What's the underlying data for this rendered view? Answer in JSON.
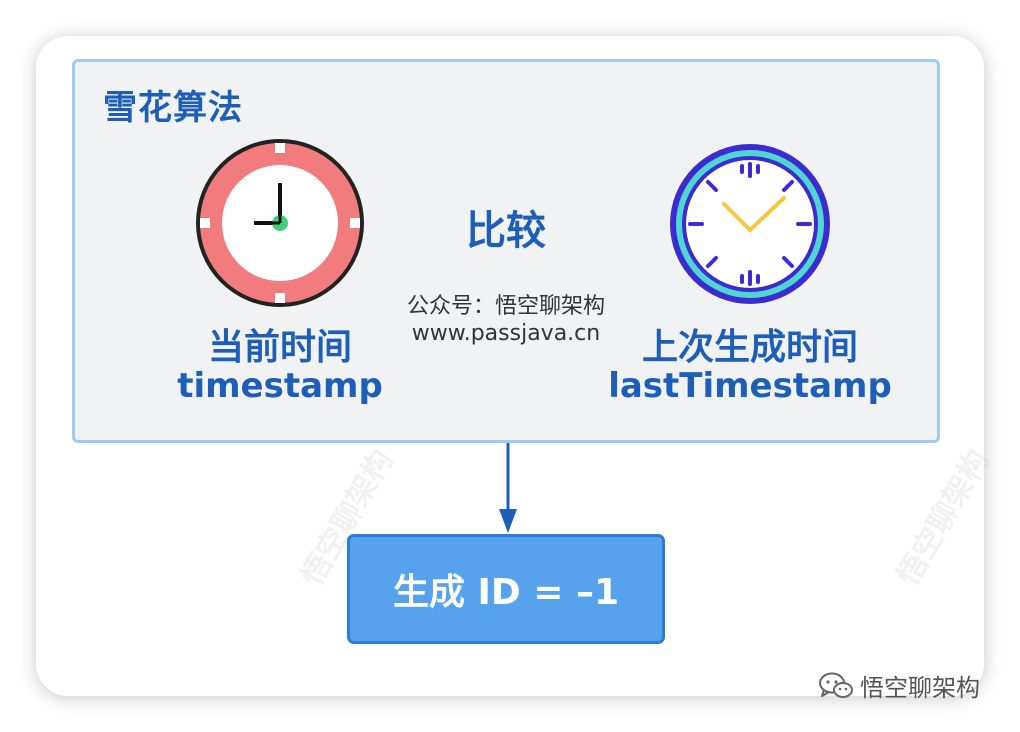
{
  "panel": {
    "title": "雪花算法"
  },
  "compare_label": "比较",
  "current": {
    "label_cn": "当前时间",
    "label_en": "timestamp"
  },
  "last": {
    "label_cn": "上次生成时间",
    "label_en": "lastTimestamp"
  },
  "credit": {
    "line1": "公众号：悟空聊架构",
    "line2": "www.passjava.cn"
  },
  "result": {
    "text": "生成 ID = –1"
  },
  "watermark": "悟空聊架构",
  "brand": {
    "name": "悟空聊架构",
    "icon": "wechat-icon"
  },
  "colors": {
    "title_blue": "#1d5fb8",
    "result_fill": "#56a2ed",
    "clock_left_ring": "#f27b7d",
    "clock_left_pivot": "#3fcf79",
    "clock_right_ring": "#4fd6d0",
    "clock_right_border": "#3b2bd1",
    "clock_right_hands": "#f5c842"
  }
}
